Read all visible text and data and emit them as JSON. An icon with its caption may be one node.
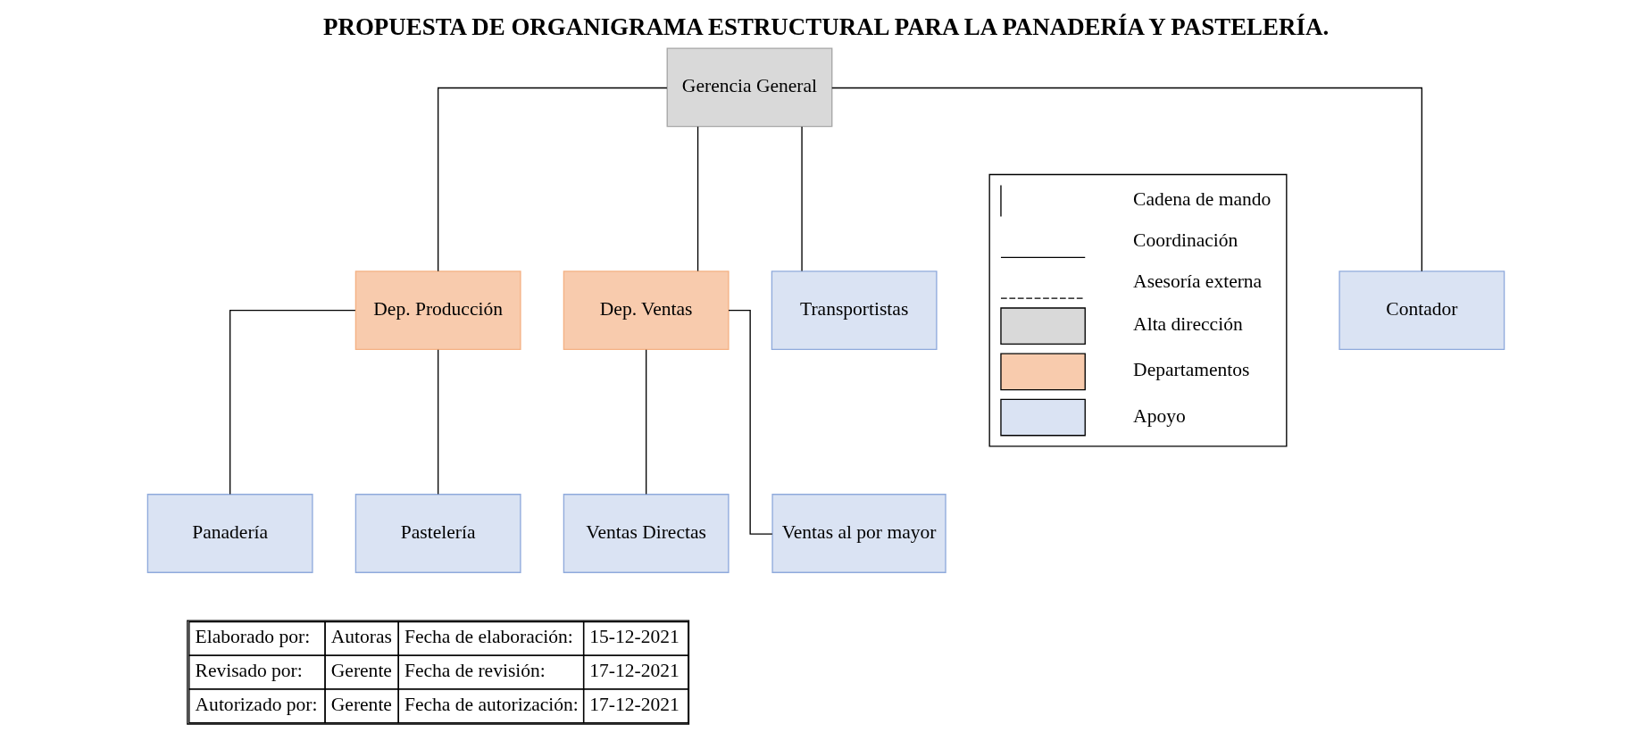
{
  "diagram": {
    "title": "PROPUESTA DE ORGANIGRAMA ESTRUCTURAL PARA LA PANADERÍA Y PASTELERÍA.",
    "nodes": [
      {
        "text": [
          "Gerencia General"
        ]
      },
      {
        "text": [
          "Contador"
        ]
      },
      {
        "text": [
          "Dep. Producción"
        ]
      },
      {
        "text": [
          "Dep. Ventas"
        ]
      },
      {
        "text": [
          "Transportistas"
        ]
      },
      {
        "text": [
          "Panadería"
        ]
      },
      {
        "text": [
          "Pastelería"
        ]
      },
      {
        "text": [
          "Ventas Directas"
        ]
      },
      {
        "text": [
          "Ventas al por mayor"
        ]
      }
    ],
    "edges": [
      {
        "from": 0,
        "to": 1,
        "arrow": "none"
      },
      {
        "from": 0,
        "to": 2,
        "arrow": "none"
      },
      {
        "from": 0,
        "to": 3,
        "arrow": "none"
      },
      {
        "from": 0,
        "to": 4,
        "arrow": "none"
      },
      {
        "from": 2,
        "to": 5,
        "arrow": "none"
      },
      {
        "from": 2,
        "to": 6,
        "arrow": "none"
      },
      {
        "from": 3,
        "to": 7,
        "arrow": "none"
      },
      {
        "from": 3,
        "to": 8,
        "arrow": "none"
      }
    ],
    "labels": [
      "Elaborado por:",
      "Autoras",
      "Fecha de elaboración:",
      "15-12-2021",
      "Revisado por:",
      "Gerente",
      "Fecha de revisión:",
      "17-12-2021",
      "Autorizado por:",
      "Gerente",
      "Fecha de autorización:",
      "17-12-2021"
    ],
    "legend": [
      {
        "text": "Cadena de mando"
      },
      {
        "text": "Coordinación"
      },
      {
        "text": "Asesoría externa"
      },
      {
        "text": "Alta dirección",
        "color": "#d9d9d9"
      },
      {
        "text": "Departamentos",
        "color": "#f8cbad"
      },
      {
        "text": "Apoyo",
        "color": "#dae3f3"
      }
    ]
  }
}
